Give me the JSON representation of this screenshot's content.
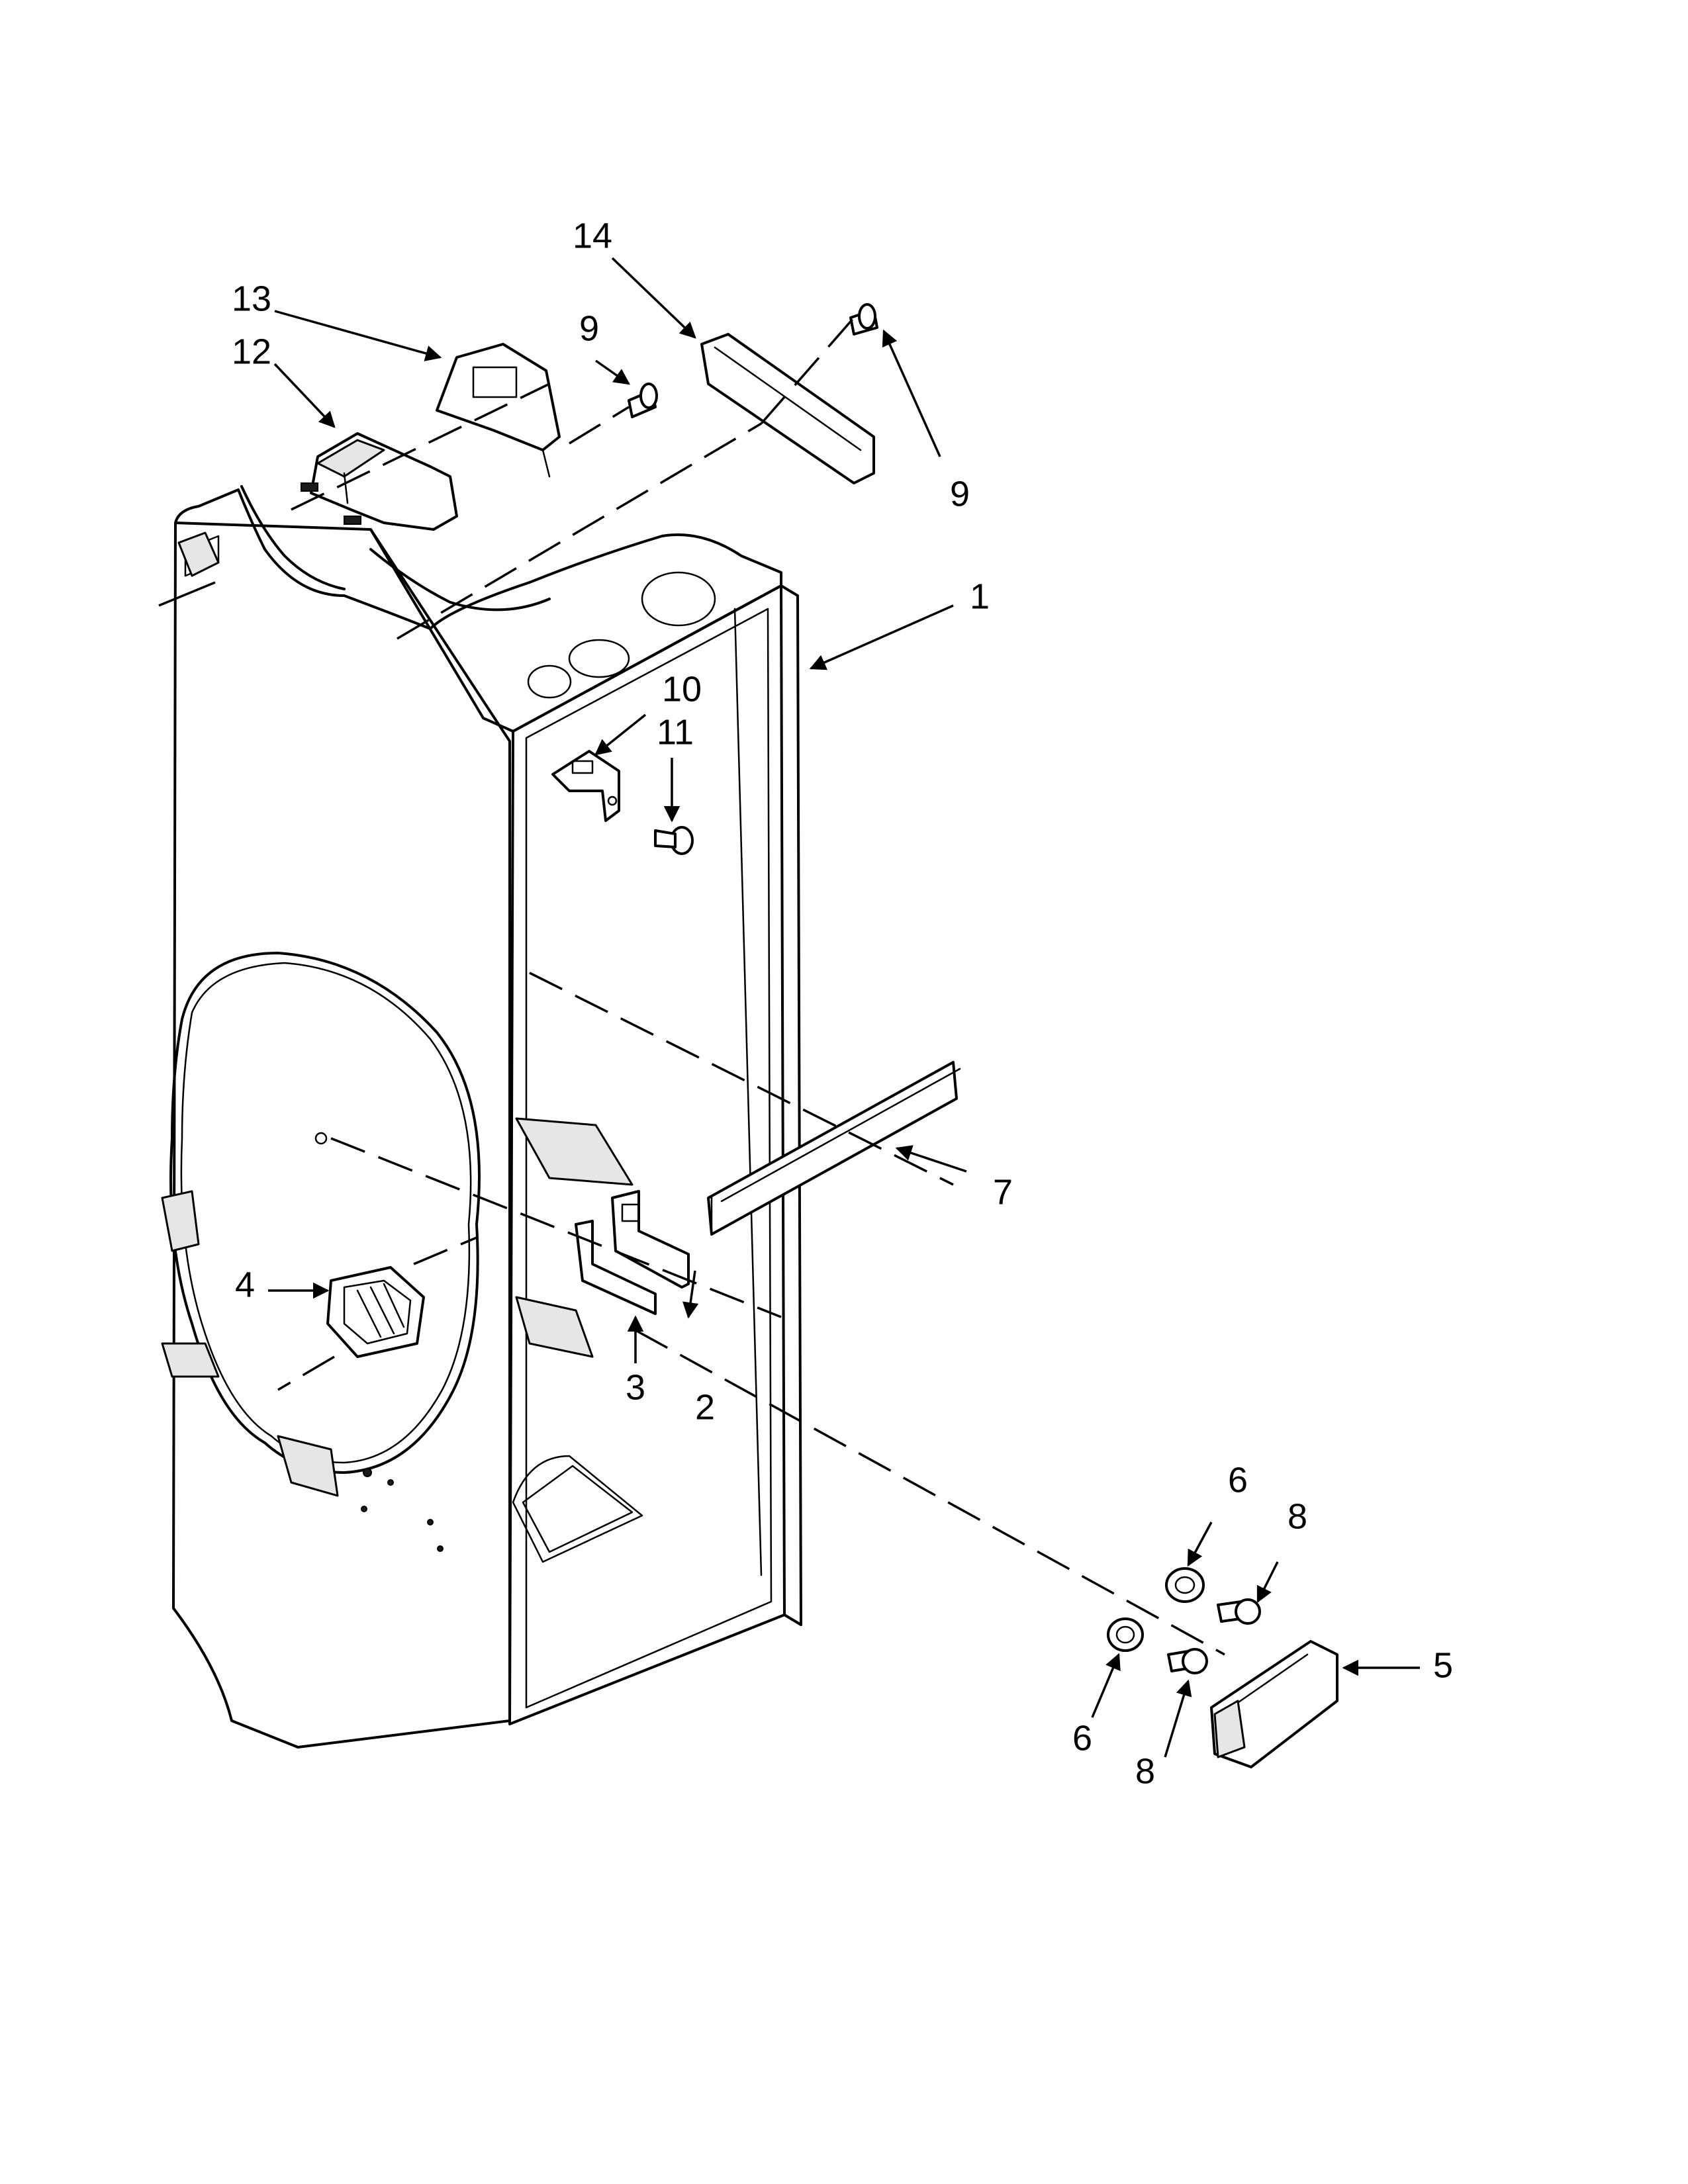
{
  "callouts": {
    "c1": "1",
    "c2": "2",
    "c3": "3",
    "c4": "4",
    "c5": "5",
    "c6a": "6",
    "c6b": "6",
    "c7": "7",
    "c8a": "8",
    "c8b": "8",
    "c9a": "9",
    "c9b": "9",
    "c10": "10",
    "c11": "11",
    "c12": "12",
    "c13": "13",
    "c14": "14"
  }
}
